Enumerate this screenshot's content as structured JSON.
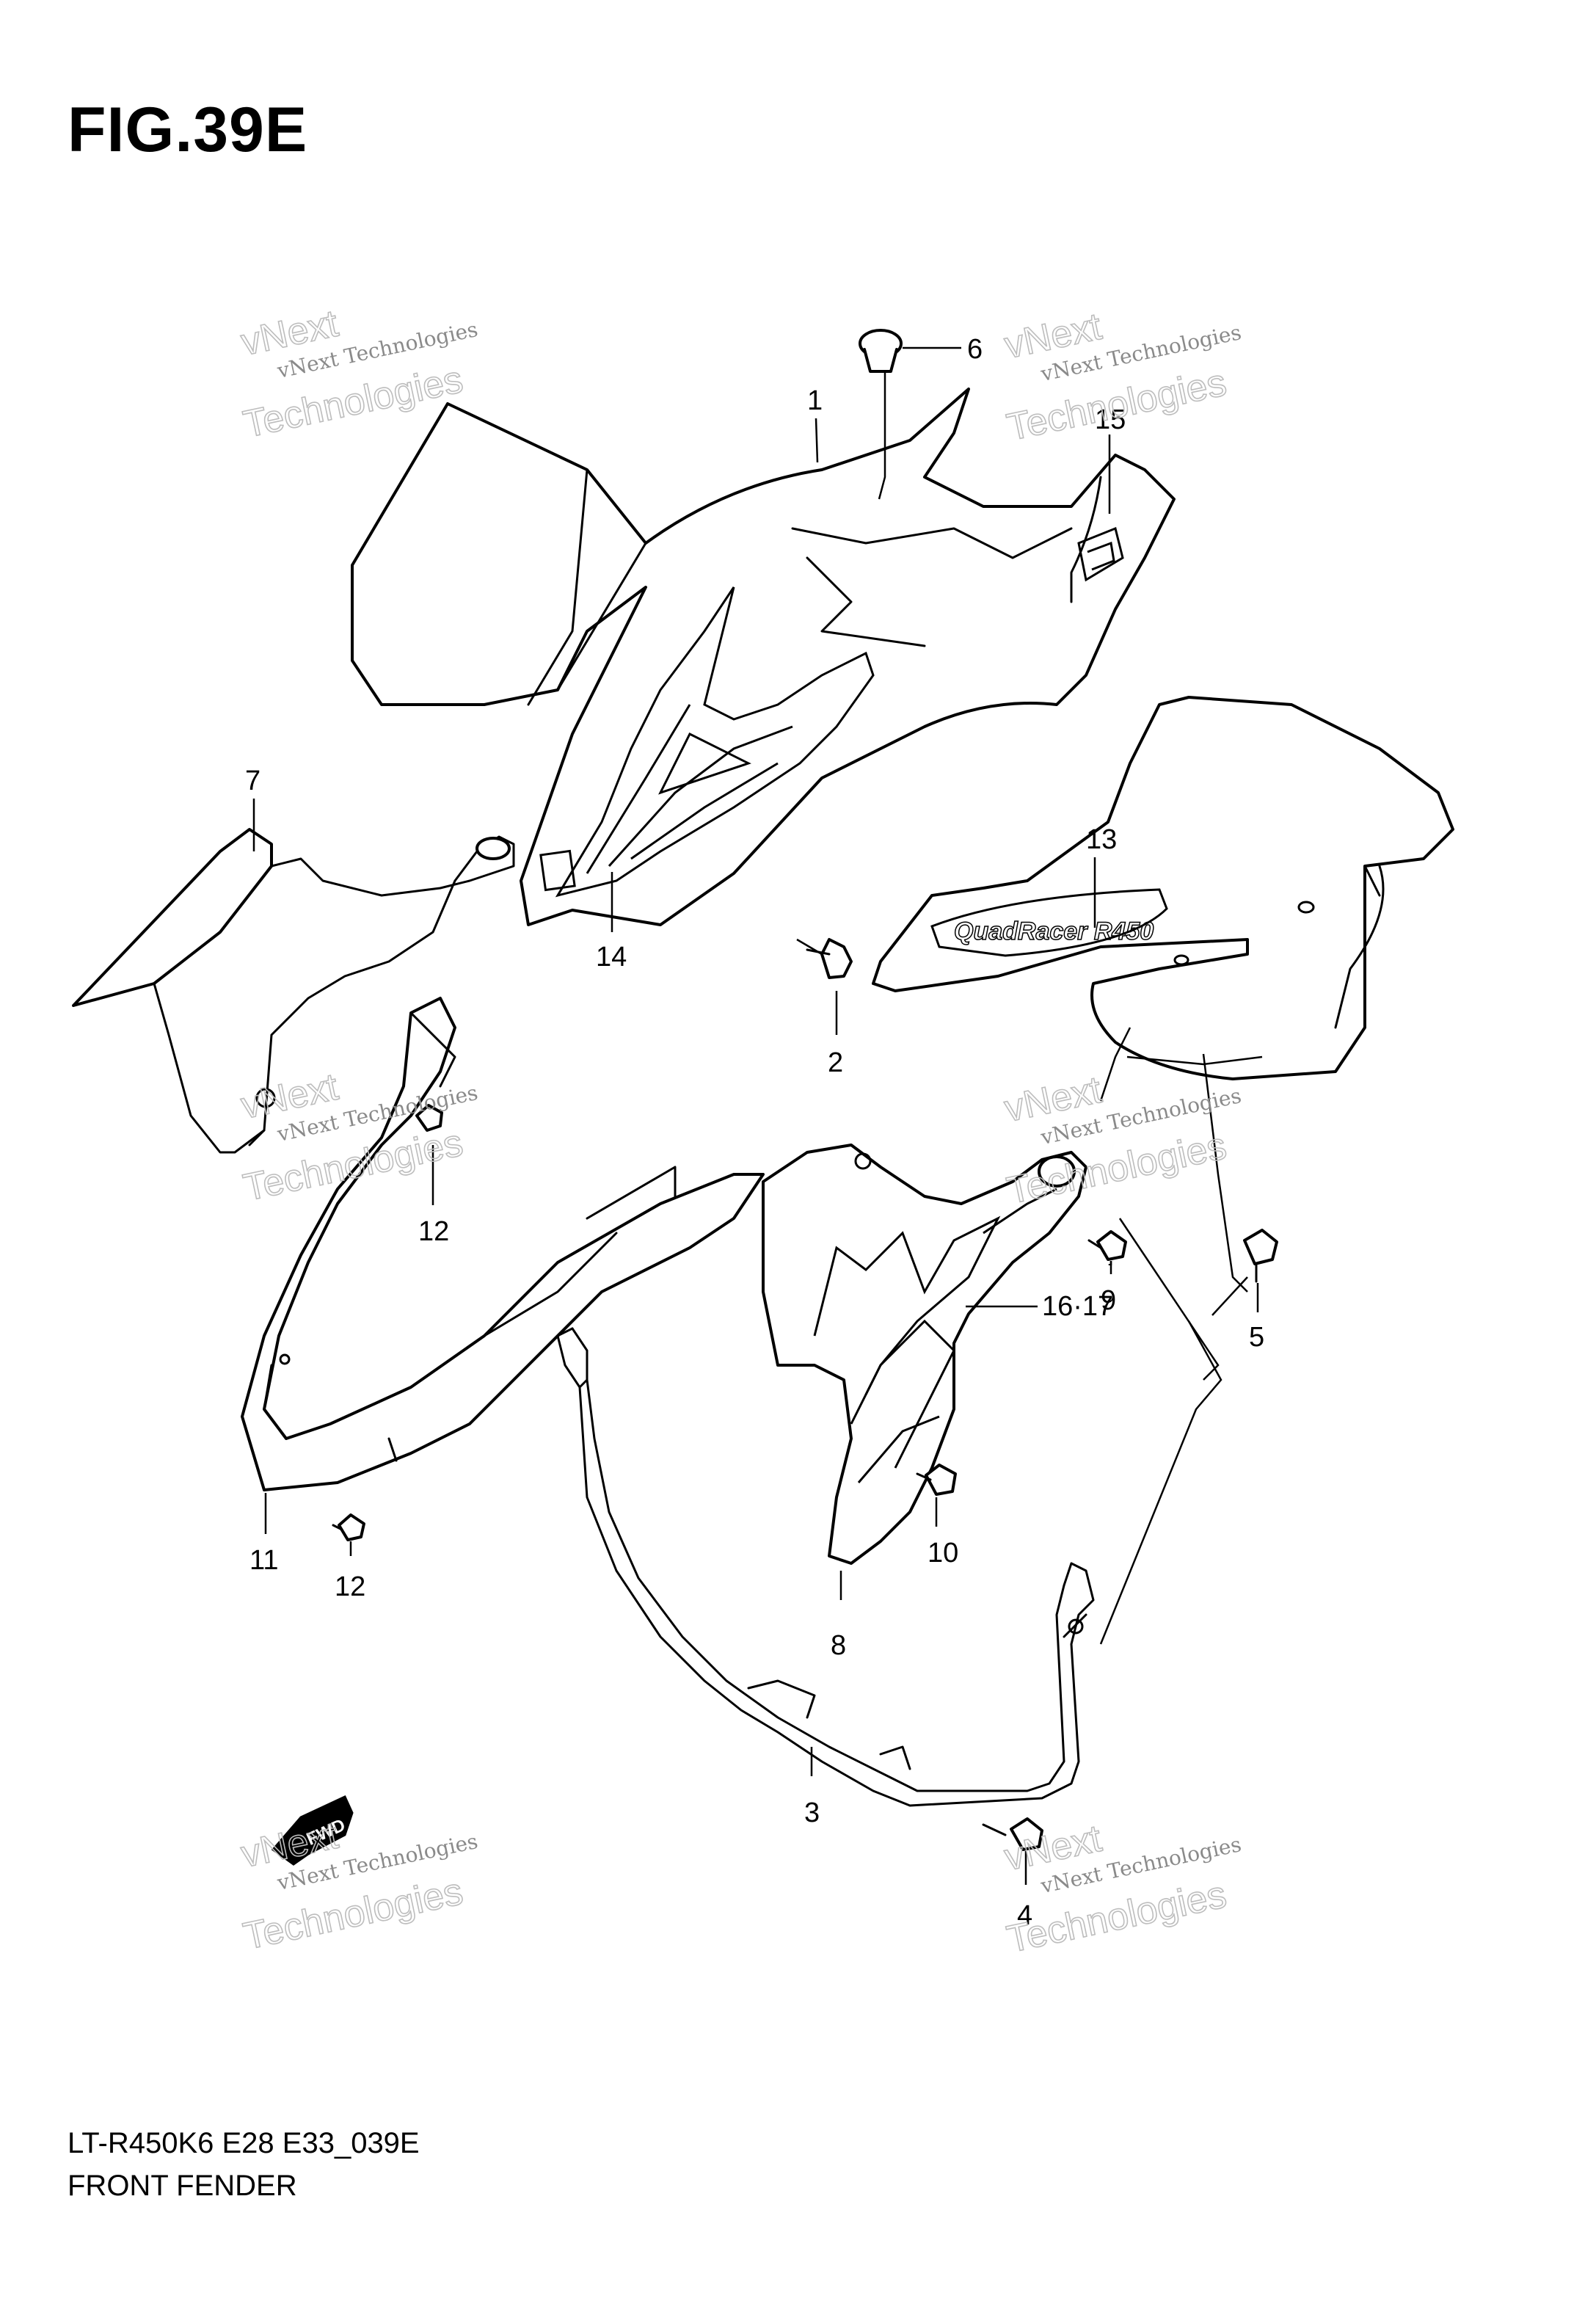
{
  "figure": {
    "title": "FIG.39E",
    "drawing_code": "LT-R450K6 E28 E33_039E",
    "drawing_name": "FRONT FENDER"
  },
  "callouts": {
    "c1": "1",
    "c2": "2",
    "c3": "3",
    "c4": "4",
    "c5": "5",
    "c6": "6",
    "c7": "7",
    "c8": "8",
    "c9": "9",
    "c10": "10",
    "c11": "11",
    "c12a": "12",
    "c12b": "12",
    "c13": "13",
    "c14": "14",
    "c15": "15",
    "c1617": "16·17"
  },
  "watermark": {
    "line1": "vNext Technologies",
    "line2": "Technologies",
    "line3": "vNext"
  },
  "decals": {
    "badge_13_text": "QuadRacer R450",
    "fwd_arrow_text": "FWD"
  }
}
